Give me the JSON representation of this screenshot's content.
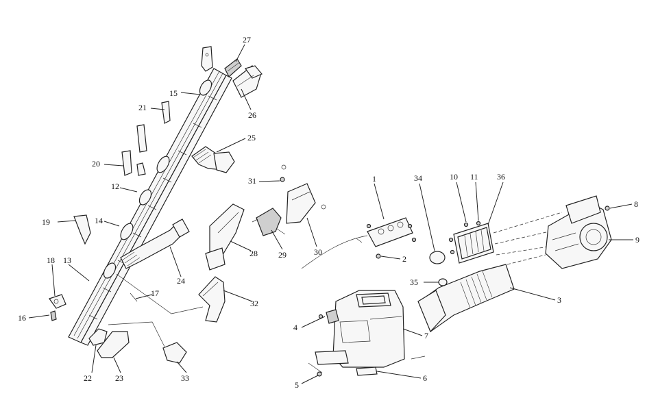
{
  "diagram": {
    "callouts": [
      {
        "id": "c1",
        "text": "1"
      },
      {
        "id": "c2",
        "text": "2"
      },
      {
        "id": "c3",
        "text": "3"
      },
      {
        "id": "c4",
        "text": "4"
      },
      {
        "id": "c5",
        "text": "5"
      },
      {
        "id": "c6",
        "text": "6"
      },
      {
        "id": "c7",
        "text": "7"
      },
      {
        "id": "c8",
        "text": "8"
      },
      {
        "id": "c9",
        "text": "9"
      },
      {
        "id": "c10",
        "text": "10"
      },
      {
        "id": "c11",
        "text": "11"
      },
      {
        "id": "c12",
        "text": "12"
      },
      {
        "id": "c13",
        "text": "13"
      },
      {
        "id": "c14",
        "text": "14"
      },
      {
        "id": "c15",
        "text": "15"
      },
      {
        "id": "c16",
        "text": "16"
      },
      {
        "id": "c17",
        "text": "17"
      },
      {
        "id": "c18",
        "text": "18"
      },
      {
        "id": "c19",
        "text": "19"
      },
      {
        "id": "c20",
        "text": "20"
      },
      {
        "id": "c21",
        "text": "21"
      },
      {
        "id": "c22",
        "text": "22"
      },
      {
        "id": "c23",
        "text": "23"
      },
      {
        "id": "c24",
        "text": "24"
      },
      {
        "id": "c25",
        "text": "25"
      },
      {
        "id": "c26",
        "text": "26"
      },
      {
        "id": "c27",
        "text": "27"
      },
      {
        "id": "c28",
        "text": "28"
      },
      {
        "id": "c29",
        "text": "29"
      },
      {
        "id": "c30",
        "text": "30"
      },
      {
        "id": "c31",
        "text": "31"
      },
      {
        "id": "c32",
        "text": "32"
      },
      {
        "id": "c33",
        "text": "33"
      },
      {
        "id": "c34",
        "text": "34"
      },
      {
        "id": "c35",
        "text": "35"
      },
      {
        "id": "c36",
        "text": "36"
      }
    ]
  }
}
